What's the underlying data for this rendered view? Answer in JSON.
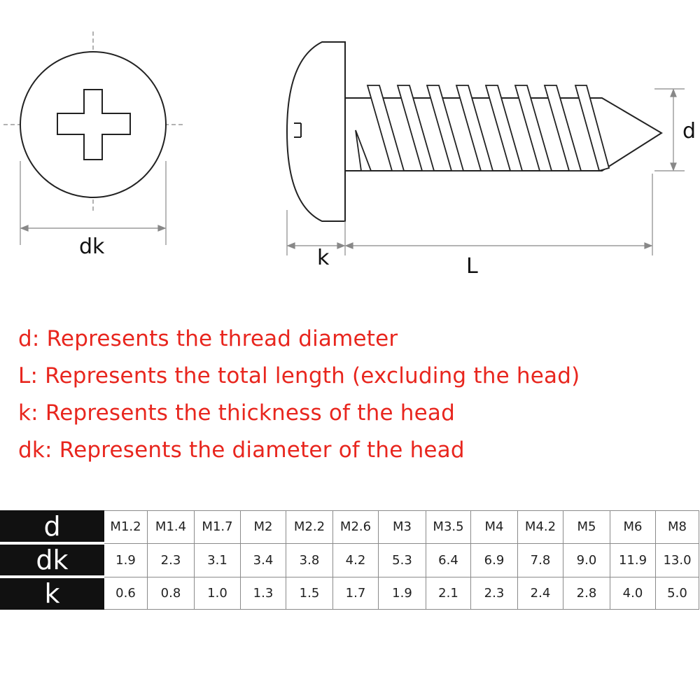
{
  "dimensions": {
    "dk": "dk",
    "k": "k",
    "L": "L",
    "d": "d"
  },
  "legend": [
    "d: Represents the thread diameter",
    "L: Represents the total length (excluding the head)",
    "k: Represents the thickness of the head",
    "dk: Represents the diameter of the head"
  ],
  "colors": {
    "legend_text": "#e8261e",
    "row_header_bg": "#111111",
    "row_header_text": "#ffffff"
  },
  "table": {
    "rows": [
      {
        "label": "d",
        "values": [
          "M1.2",
          "M1.4",
          "M1.7",
          "M2",
          "M2.2",
          "M2.6",
          "M3",
          "M3.5",
          "M4",
          "M4.2",
          "M5",
          "M6",
          "M8"
        ]
      },
      {
        "label": "dk",
        "values": [
          "1.9",
          "2.3",
          "3.1",
          "3.4",
          "3.8",
          "4.2",
          "5.3",
          "6.4",
          "6.9",
          "7.8",
          "9.0",
          "11.9",
          "13.0"
        ]
      },
      {
        "label": "k",
        "values": [
          "0.6",
          "0.8",
          "1.0",
          "1.3",
          "1.5",
          "1.7",
          "1.9",
          "2.1",
          "2.3",
          "2.4",
          "2.8",
          "4.0",
          "5.0"
        ]
      }
    ]
  }
}
